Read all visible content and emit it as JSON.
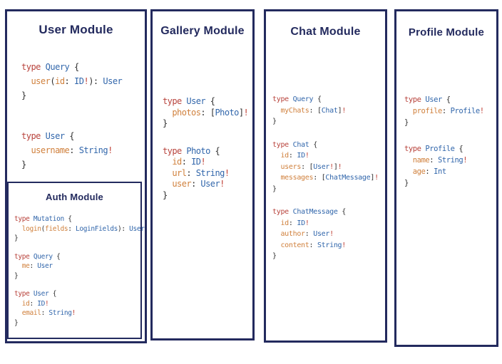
{
  "colors": {
    "navy": "#232a5e",
    "kw": "#b8433c",
    "ty": "#3166ab",
    "fd": "#d0803c",
    "pu": "#2f2f2f",
    "bg": "#c04137"
  },
  "panels": [
    {
      "title": "User Module",
      "blocks": [
        [
          [
            [
              "type",
              "kw"
            ],
            [
              " ",
              "pu"
            ],
            [
              "Query",
              "ty"
            ],
            [
              " {",
              "pu"
            ]
          ],
          [
            [
              "  ",
              "pu"
            ],
            [
              "user",
              "fd"
            ],
            [
              "(",
              "pu"
            ],
            [
              "id",
              "fd"
            ],
            [
              ": ",
              "pu"
            ],
            [
              "ID",
              "ty"
            ],
            [
              "!",
              "bg"
            ],
            [
              "): ",
              "pu"
            ],
            [
              "User",
              "ty"
            ]
          ],
          [
            [
              "}",
              "pu"
            ]
          ]
        ],
        [
          [
            [
              "type",
              "kw"
            ],
            [
              " ",
              "pu"
            ],
            [
              "User",
              "ty"
            ],
            [
              " {",
              "pu"
            ]
          ],
          [
            [
              "  ",
              "pu"
            ],
            [
              "username",
              "fd"
            ],
            [
              ": ",
              "pu"
            ],
            [
              "String",
              "ty"
            ],
            [
              "!",
              "bg"
            ]
          ],
          [
            [
              "}",
              "pu"
            ]
          ]
        ]
      ],
      "sub_panel": {
        "title": "Auth Module",
        "blocks": [
          [
            [
              [
                "type",
                "kw"
              ],
              [
                " ",
                "pu"
              ],
              [
                "Mutation",
                "ty"
              ],
              [
                " {",
                "pu"
              ]
            ],
            [
              [
                "  ",
                "pu"
              ],
              [
                "login",
                "fd"
              ],
              [
                "(",
                "pu"
              ],
              [
                "fields",
                "fd"
              ],
              [
                ": ",
                "pu"
              ],
              [
                "LoginFields",
                "ty"
              ],
              [
                "): ",
                "pu"
              ],
              [
                "User",
                "ty"
              ]
            ],
            [
              [
                "}",
                "pu"
              ]
            ]
          ],
          [
            [
              [
                "type",
                "kw"
              ],
              [
                " ",
                "pu"
              ],
              [
                "Query",
                "ty"
              ],
              [
                " {",
                "pu"
              ]
            ],
            [
              [
                "  ",
                "pu"
              ],
              [
                "me",
                "fd"
              ],
              [
                ": ",
                "pu"
              ],
              [
                "User",
                "ty"
              ]
            ],
            [
              [
                "}",
                "pu"
              ]
            ]
          ],
          [
            [
              [
                "type",
                "kw"
              ],
              [
                " ",
                "pu"
              ],
              [
                "User",
                "ty"
              ],
              [
                " {",
                "pu"
              ]
            ],
            [
              [
                "  ",
                "pu"
              ],
              [
                "id",
                "fd"
              ],
              [
                ": ",
                "pu"
              ],
              [
                "ID",
                "ty"
              ],
              [
                "!",
                "bg"
              ]
            ],
            [
              [
                "  ",
                "pu"
              ],
              [
                "email",
                "fd"
              ],
              [
                ": ",
                "pu"
              ],
              [
                "String",
                "ty"
              ],
              [
                "!",
                "bg"
              ]
            ],
            [
              [
                "}",
                "pu"
              ]
            ]
          ]
        ]
      }
    },
    {
      "title": "Gallery Module",
      "blocks": [
        [
          [
            [
              "type",
              "kw"
            ],
            [
              " ",
              "pu"
            ],
            [
              "User",
              "ty"
            ],
            [
              " {",
              "pu"
            ]
          ],
          [
            [
              "  ",
              "pu"
            ],
            [
              "photos",
              "fd"
            ],
            [
              ": ",
              "pu"
            ],
            [
              "[",
              "pu"
            ],
            [
              "Photo",
              "ty"
            ],
            [
              "]",
              "pu"
            ],
            [
              "!",
              "bg"
            ]
          ],
          [
            [
              "}",
              "pu"
            ]
          ]
        ],
        [
          [
            [
              "type",
              "kw"
            ],
            [
              " ",
              "pu"
            ],
            [
              "Photo",
              "ty"
            ],
            [
              " {",
              "pu"
            ]
          ],
          [
            [
              "  ",
              "pu"
            ],
            [
              "id",
              "fd"
            ],
            [
              ": ",
              "pu"
            ],
            [
              "ID",
              "ty"
            ],
            [
              "!",
              "bg"
            ]
          ],
          [
            [
              "  ",
              "pu"
            ],
            [
              "url",
              "fd"
            ],
            [
              ": ",
              "pu"
            ],
            [
              "String",
              "ty"
            ],
            [
              "!",
              "bg"
            ]
          ],
          [
            [
              "  ",
              "pu"
            ],
            [
              "user",
              "fd"
            ],
            [
              ": ",
              "pu"
            ],
            [
              "User",
              "ty"
            ],
            [
              "!",
              "bg"
            ]
          ],
          [
            [
              "}",
              "pu"
            ]
          ]
        ]
      ]
    },
    {
      "title": "Chat Module",
      "blocks": [
        [
          [
            [
              "type",
              "kw"
            ],
            [
              " ",
              "pu"
            ],
            [
              "Query",
              "ty"
            ],
            [
              " {",
              "pu"
            ]
          ],
          [
            [
              "  ",
              "pu"
            ],
            [
              "myChats",
              "fd"
            ],
            [
              ": ",
              "pu"
            ],
            [
              "[",
              "pu"
            ],
            [
              "Chat",
              "ty"
            ],
            [
              "]",
              "pu"
            ],
            [
              "!",
              "bg"
            ]
          ],
          [
            [
              "}",
              "pu"
            ]
          ]
        ],
        [
          [
            [
              "type",
              "kw"
            ],
            [
              " ",
              "pu"
            ],
            [
              "Chat",
              "ty"
            ],
            [
              " {",
              "pu"
            ]
          ],
          [
            [
              "  ",
              "pu"
            ],
            [
              "id",
              "fd"
            ],
            [
              ": ",
              "pu"
            ],
            [
              "ID",
              "ty"
            ],
            [
              "!",
              "bg"
            ]
          ],
          [
            [
              "  ",
              "pu"
            ],
            [
              "users",
              "fd"
            ],
            [
              ": ",
              "pu"
            ],
            [
              "[",
              "pu"
            ],
            [
              "User",
              "ty"
            ],
            [
              "!",
              "bg"
            ],
            [
              "]",
              "pu"
            ],
            [
              "!",
              "bg"
            ]
          ],
          [
            [
              "  ",
              "pu"
            ],
            [
              "messages",
              "fd"
            ],
            [
              ": ",
              "pu"
            ],
            [
              "[",
              "pu"
            ],
            [
              "ChatMessage",
              "ty"
            ],
            [
              "]",
              "pu"
            ],
            [
              "!",
              "bg"
            ]
          ],
          [
            [
              "}",
              "pu"
            ]
          ]
        ],
        [
          [
            [
              "type",
              "kw"
            ],
            [
              " ",
              "pu"
            ],
            [
              "ChatMessage",
              "ty"
            ],
            [
              " {",
              "pu"
            ]
          ],
          [
            [
              "  ",
              "pu"
            ],
            [
              "id",
              "fd"
            ],
            [
              ": ",
              "pu"
            ],
            [
              "ID",
              "ty"
            ],
            [
              "!",
              "bg"
            ]
          ],
          [
            [
              "  ",
              "pu"
            ],
            [
              "author",
              "fd"
            ],
            [
              ": ",
              "pu"
            ],
            [
              "User",
              "ty"
            ],
            [
              "!",
              "bg"
            ]
          ],
          [
            [
              "  ",
              "pu"
            ],
            [
              "content",
              "fd"
            ],
            [
              ": ",
              "pu"
            ],
            [
              "String",
              "ty"
            ],
            [
              "!",
              "bg"
            ]
          ],
          [
            [
              "}",
              "pu"
            ]
          ]
        ]
      ]
    },
    {
      "title": "Profile Module",
      "blocks": [
        [
          [
            [
              "type",
              "kw"
            ],
            [
              " ",
              "pu"
            ],
            [
              "User",
              "ty"
            ],
            [
              " {",
              "pu"
            ]
          ],
          [
            [
              "  ",
              "pu"
            ],
            [
              "profile",
              "fd"
            ],
            [
              ": ",
              "pu"
            ],
            [
              "Profile",
              "ty"
            ],
            [
              "!",
              "bg"
            ]
          ],
          [
            [
              "}",
              "pu"
            ]
          ]
        ],
        [
          [
            [
              "type",
              "kw"
            ],
            [
              " ",
              "pu"
            ],
            [
              "Profile",
              "ty"
            ],
            [
              " {",
              "pu"
            ]
          ],
          [
            [
              "  ",
              "pu"
            ],
            [
              "name",
              "fd"
            ],
            [
              ": ",
              "pu"
            ],
            [
              "String",
              "ty"
            ],
            [
              "!",
              "bg"
            ]
          ],
          [
            [
              "  ",
              "pu"
            ],
            [
              "age",
              "fd"
            ],
            [
              ": ",
              "pu"
            ],
            [
              "Int",
              "ty"
            ]
          ],
          [
            [
              "}",
              "pu"
            ]
          ]
        ]
      ]
    }
  ]
}
